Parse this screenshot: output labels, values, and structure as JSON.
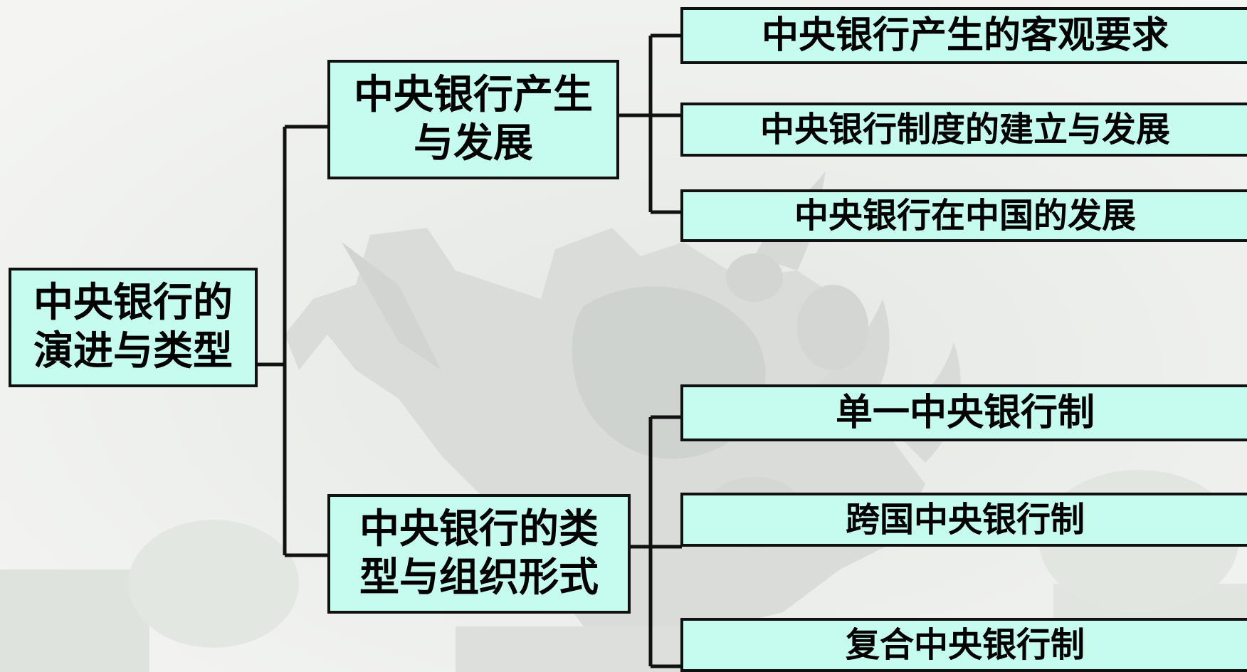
{
  "diagram": {
    "root": {
      "lines": [
        "中央银行的",
        "演进与类型"
      ]
    },
    "branches": [
      {
        "id": "origin",
        "lines": [
          "中央银行产生",
          "与发展"
        ],
        "children": [
          "中央银行产生的客观要求",
          "中央银行制度的建立与发展",
          "中央银行在中国的发展"
        ]
      },
      {
        "id": "types",
        "lines": [
          "中央银行的类",
          "型与组织形式"
        ],
        "children": [
          "单一中央银行制",
          "跨国中央银行制",
          "复合中央银行制"
        ]
      }
    ]
  },
  "colors": {
    "box_fill": "#c6fcef",
    "box_border": "#111111",
    "connector": "#111111"
  }
}
